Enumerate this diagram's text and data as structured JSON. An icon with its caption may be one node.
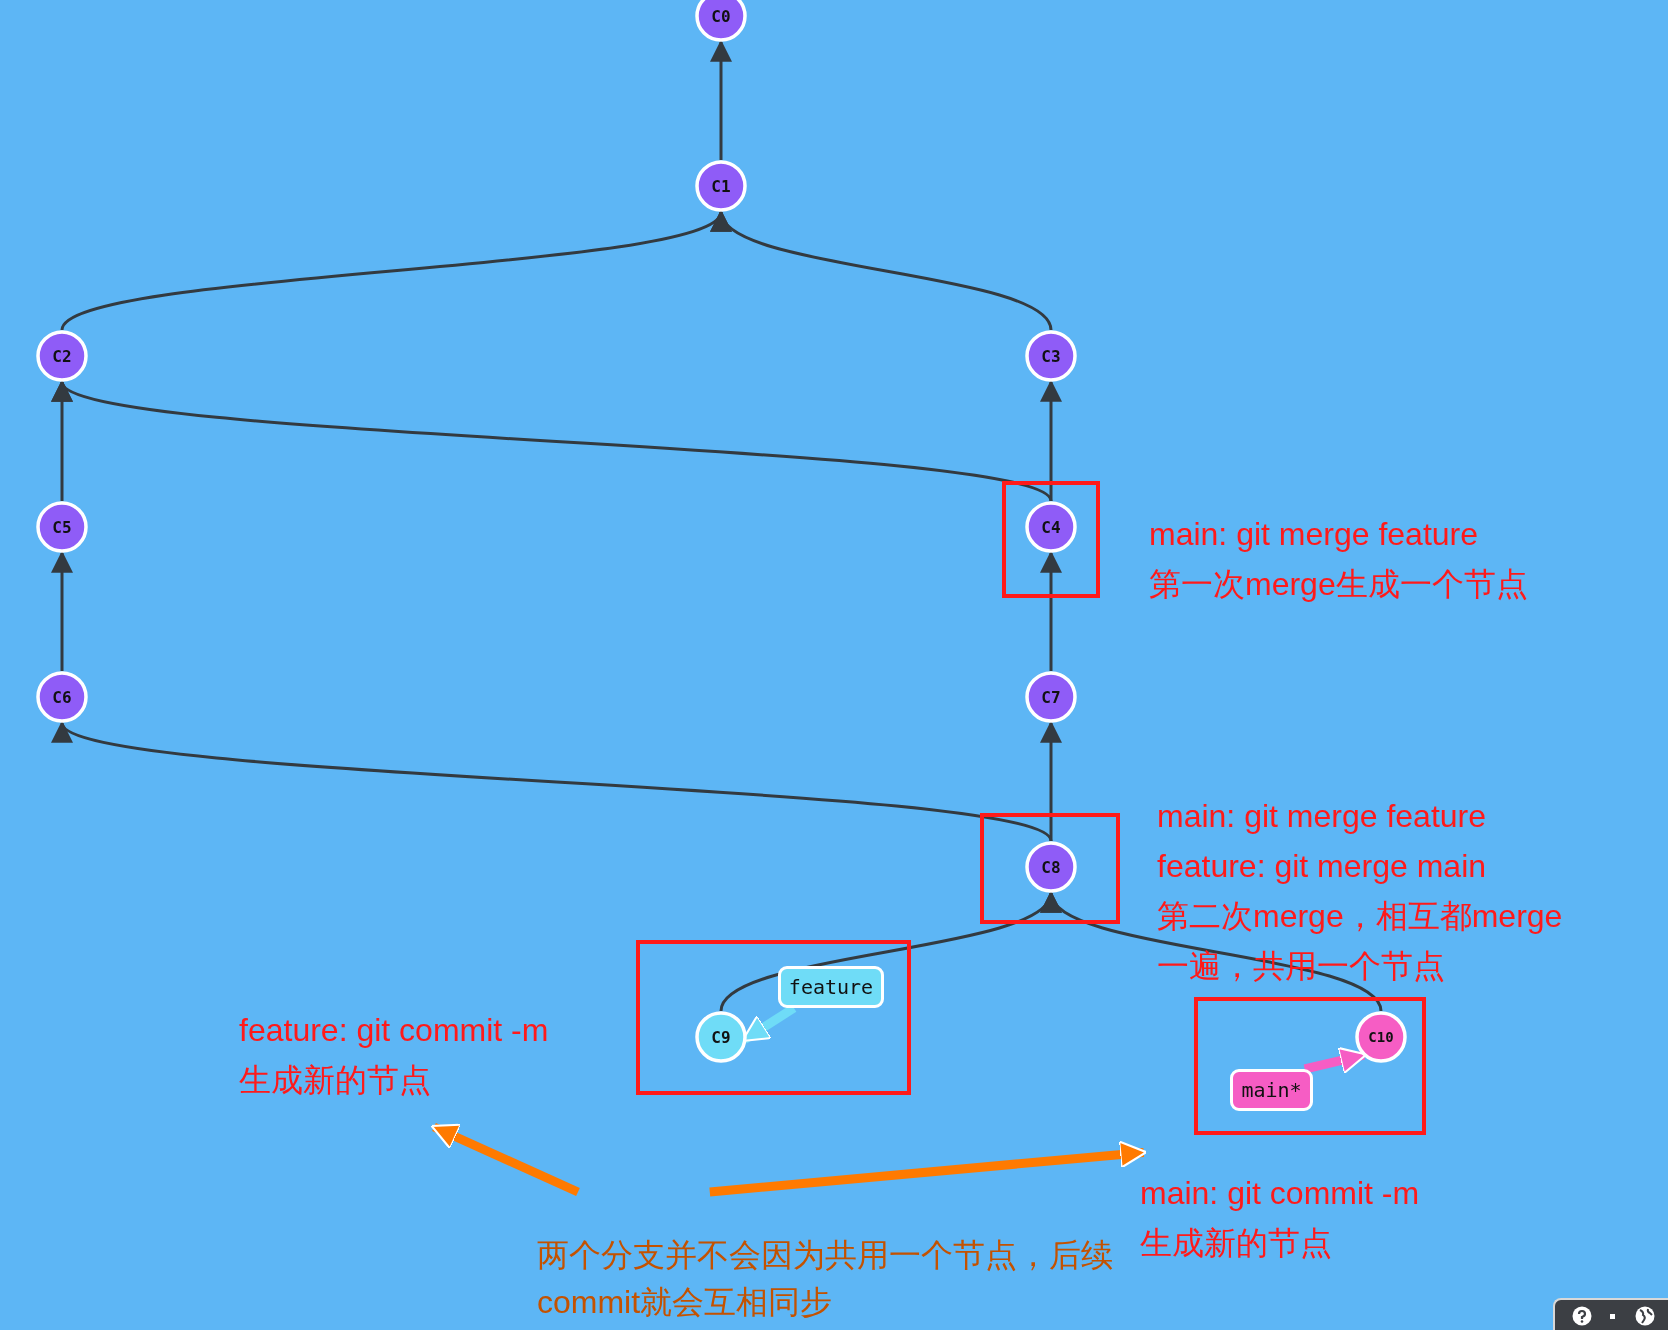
{
  "diagram": {
    "nodes": [
      {
        "text": [
          "C0"
        ]
      },
      {
        "text": [
          "C1"
        ]
      },
      {
        "text": [
          "C2"
        ]
      },
      {
        "text": [
          "C3"
        ]
      },
      {
        "text": [
          "C5"
        ]
      },
      {
        "text": [],
        "shape": "box"
      },
      {
        "text": [
          "C4"
        ],
        "in": 5
      },
      {
        "text": [
          "main: git merge feature",
          "第一次merge生成一个节点"
        ]
      },
      {
        "text": [
          "C6"
        ]
      },
      {
        "text": [
          "C7"
        ]
      },
      {
        "text": [],
        "shape": "box"
      },
      {
        "text": [
          "C8"
        ],
        "in": 10
      },
      {
        "text": [
          "main: git merge feature",
          "feature: git merge main",
          "第二次merge，相互都merge一遍，共用一个节点"
        ]
      },
      {
        "text": [],
        "shape": "box"
      },
      {
        "text": [
          "feature"
        ],
        "in": 13
      },
      {
        "text": [
          "C9"
        ],
        "in": 13
      },
      {
        "text": [
          "feature: git commit -m",
          "生成新的节点"
        ]
      },
      {
        "text": [],
        "shape": "box"
      },
      {
        "text": [
          "C10"
        ],
        "in": 17
      },
      {
        "text": [
          "main*"
        ],
        "in": 17
      },
      {
        "text": [
          "main: git commit -m",
          "生成新的节点"
        ]
      },
      {
        "text": [
          "两个分支并不会因为共用一个节点，后续commit就会互相同步"
        ]
      }
    ],
    "edges": [
      {
        "from": 1,
        "to": 0,
        "arrow": "to"
      },
      {
        "from": 2,
        "to": 1,
        "arrow": "to"
      },
      {
        "from": 3,
        "to": 1,
        "arrow": "to"
      },
      {
        "from": 4,
        "to": 2,
        "arrow": "to"
      },
      {
        "from": 6,
        "to": 3,
        "arrow": "to"
      },
      {
        "from": 6,
        "to": 2,
        "arrow": "to"
      },
      {
        "from": 8,
        "to": 4,
        "arrow": "to"
      },
      {
        "from": 9,
        "to": 6,
        "arrow": "to"
      },
      {
        "from": 11,
        "to": 9,
        "arrow": "to"
      },
      {
        "from": 11,
        "to": 8,
        "arrow": "to"
      },
      {
        "from": 15,
        "to": 11,
        "arrow": "to"
      },
      {
        "from": 18,
        "to": 11,
        "arrow": "to"
      },
      {
        "from": 14,
        "to": 15,
        "arrow": "to",
        "style": "thick",
        "color": "#6fdcf7"
      },
      {
        "from": 19,
        "to": 18,
        "arrow": "to",
        "style": "thick",
        "color": "#f65dc4"
      },
      {
        "from": 21,
        "to": 16,
        "arrow": "to",
        "style": "thick",
        "color": "#ff7a00"
      },
      {
        "from": 21,
        "to": 20,
        "arrow": "to",
        "style": "thick",
        "color": "#ff7a00"
      }
    ]
  }
}
